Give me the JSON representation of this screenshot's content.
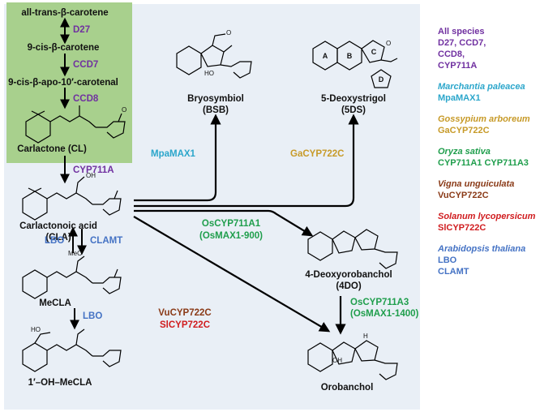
{
  "colors": {
    "panel_bg": "#e9eff6",
    "green_box": "#a8d08d",
    "purple": "#7030a0",
    "cyan": "#2ba6cb",
    "gold": "#c79a28",
    "green": "#1f9e4c",
    "brown": "#8a3a17",
    "red": "#d01c1f",
    "blue": "#4472c4"
  },
  "pathway": {
    "all_trans": "all-trans-β-carotene",
    "d27": "D27",
    "cis_carotene": "9-cis-β-carotene",
    "ccd7": "CCD7",
    "apo_carotenal": "9-cis-β-apo-10′-carotenal",
    "ccd8": "CCD8",
    "carlactone": "Carlactone (CL)",
    "cyp711a": "CYP711A",
    "cla_line1": "Carlactonoic acid",
    "cla_line2": "(CLA)",
    "lbo_left": "LBO",
    "clamt": "CLAMT",
    "mecla": "MeCLA",
    "lbo_bottom": "LBO",
    "oh_mecla": "1′–OH–MeCLA",
    "bsb_line1": "Bryosymbiol",
    "bsb_line2": "(BSB)",
    "mpamax1": "MpaMAX1",
    "dsds_line1": "5-Deoxystrigol",
    "dsds_line2": "(5DS)",
    "gacyp": "GaCYP722C",
    "oscyp711a1": "OsCYP711A1",
    "osmax1_900": "(OsMAX1-900)",
    "ddo_line1": "4-Deoxyorobanchol",
    "ddo_line2": "(4DO)",
    "oscyp711a3": "OsCYP711A3",
    "osmax1_1400": "(OsMAX1-1400)",
    "vucyp": "VuCYP722C",
    "slcyp": "SlCYP722C",
    "orobanchol": "Orobanchol",
    "atoms": {
      "oh": "OH",
      "o": "O",
      "meo": "MeO",
      "ho": "HO",
      "h": "H",
      "ring_a": "A",
      "ring_b": "B",
      "ring_c": "C",
      "ring_d": "D"
    }
  },
  "legend": [
    {
      "species": "All species",
      "enzymes": [
        "D27, CCD7,",
        "CCD8,",
        "CYP711A"
      ],
      "color": "#7030a0"
    },
    {
      "species": "Marchantia paleacea",
      "enzymes": [
        "MpaMAX1"
      ],
      "color": "#2ba6cb"
    },
    {
      "species": "Gossypium arboreum",
      "enzymes": [
        "GaCYP722C"
      ],
      "color": "#c79a28"
    },
    {
      "species": "Oryza sativa",
      "enzymes": [
        "CYP711A1 CYP711A3"
      ],
      "color": "#1f9e4c"
    },
    {
      "species": "Vigna unguiculata",
      "enzymes": [
        "VuCYP722C"
      ],
      "color": "#8a3a17"
    },
    {
      "species": "Solanum lycopersicum",
      "enzymes": [
        "SlCYP722C"
      ],
      "color": "#d01c1f"
    },
    {
      "species": "Arabidopsis thaliana",
      "enzymes": [
        "LBO",
        "CLAMT"
      ],
      "color": "#4472c4"
    }
  ]
}
